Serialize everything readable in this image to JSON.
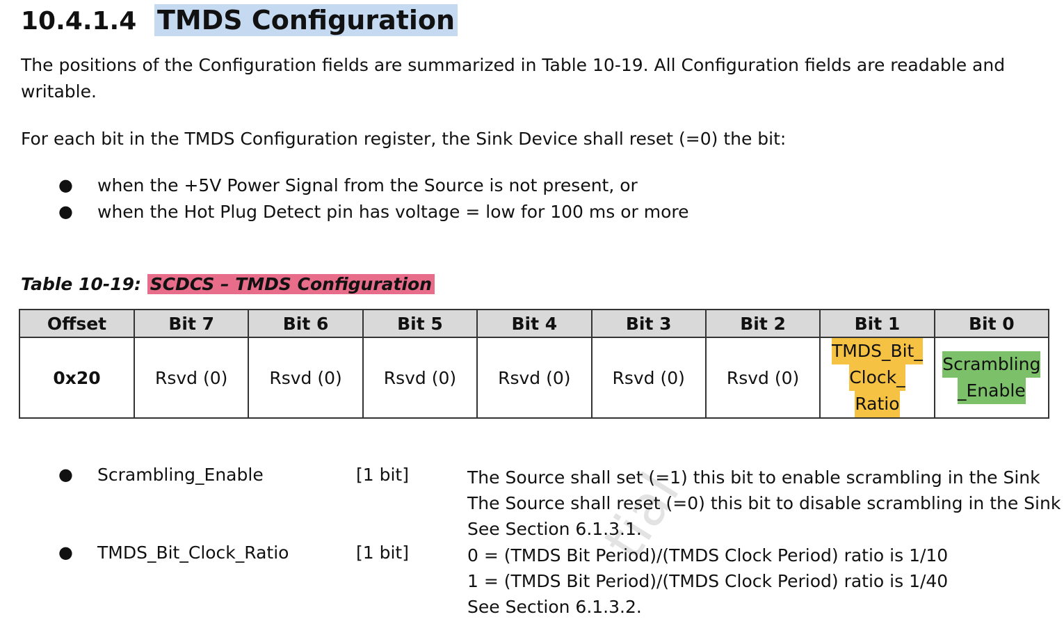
{
  "section": {
    "number": "10.4.1.4",
    "title": "TMDS Configuration"
  },
  "paragraphs": [
    "The positions of the Configuration fields are summarized in Table 10-19. All Configuration fields are readable and writable.",
    "For each bit in the TMDS Configuration register, the Sink Device shall reset (=0) the bit:"
  ],
  "bullets": [
    "when the +5V Power Signal from the Source is not present, or",
    "when the Hot Plug Detect pin has voltage = low for 100 ms or more"
  ],
  "table": {
    "caption_prefix": "Table 10-19:",
    "caption_title": "SCDCS – TMDS Configuration",
    "headers": [
      "Offset",
      "Bit 7",
      "Bit 6",
      "Bit 5",
      "Bit 4",
      "Bit 3",
      "Bit 2",
      "Bit 1",
      "Bit 0"
    ],
    "row": {
      "offset": "0x20",
      "bit7": "Rsvd (0)",
      "bit6": "Rsvd (0)",
      "bit5": "Rsvd (0)",
      "bit4": "Rsvd (0)",
      "bit3": "Rsvd (0)",
      "bit2": "Rsvd (0)",
      "bit1_lines": [
        "TMDS_Bit_",
        "Clock_",
        "Ratio"
      ],
      "bit0_lines": [
        "Scrambling",
        "_Enable"
      ]
    },
    "highlight_colors": {
      "bit1": "#f6c244",
      "bit0": "#7cc16a",
      "caption": "#e86d8a",
      "title": "#c5d9f1"
    }
  },
  "fields": [
    {
      "name": "Scrambling_Enable",
      "size": "[1 bit]",
      "desc": [
        "The Source shall set (=1) this bit to enable scrambling in the Sink",
        "The Source shall reset (=0) this bit to disable scrambling in the Sink",
        "See Section 6.1.3.1."
      ]
    },
    {
      "name": "TMDS_Bit_Clock_Ratio",
      "size": "[1 bit]",
      "desc": [
        "0 = (TMDS Bit Period)/(TMDS Clock Period) ratio is 1/10",
        "1 = (TMDS Bit Period)/(TMDS Clock Period) ratio is 1/40",
        "See Section 6.1.3.2."
      ]
    }
  ],
  "watermark": "tial"
}
